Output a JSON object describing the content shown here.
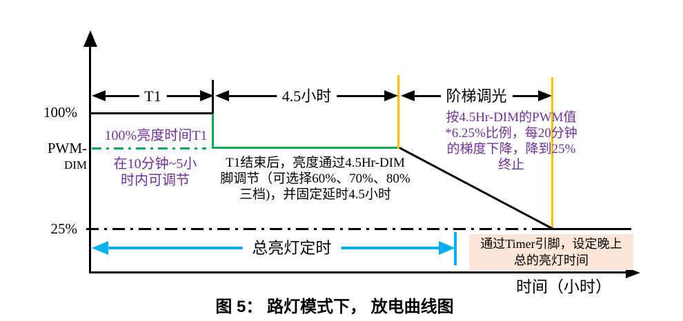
{
  "figure": {
    "caption": "图 5： 路灯模式下， 放电曲线图",
    "x_axis_label": "时间（小时）",
    "y_axis_labels": {
      "full_brightness": "100%",
      "pwm_dim_main": "PWM-",
      "pwm_dim_small": "DIM",
      "quarter_brightness": "25%"
    },
    "phase_spans": {
      "t1": "T1",
      "hours_4_5": "4.5小时",
      "step_dimming": "阶梯调光"
    },
    "notes": {
      "t1_brightness": "100%亮度时间T1",
      "t1_adjust_line1": "在10分钟~5小",
      "t1_adjust_line2": "时内可调节",
      "mid_line1": "T1结束后，亮度通过4.5Hr-DIM",
      "mid_line2": "脚调节（可选择60%、70%、80%",
      "mid_line3": "三档)，并固定延时4.5小时",
      "step_line1": "按4.5Hr-DIM的PWM值",
      "step_line2": "*6.25%比例，每20分钟",
      "step_line3": "的梯度下降，降到25%",
      "step_line4": "终止",
      "total_on_timer": "总亮灯定时",
      "timer_box_line1": "通过Timer引脚，设定晚上",
      "timer_box_line2": "总的亮灯时间"
    },
    "colors": {
      "curve_green": "#00b050",
      "marker_yellow": "#ffc000",
      "timer_cyan": "#00b0f0",
      "note_purple": "#7030a0",
      "timer_box_bg": "#fbe5d6"
    }
  }
}
